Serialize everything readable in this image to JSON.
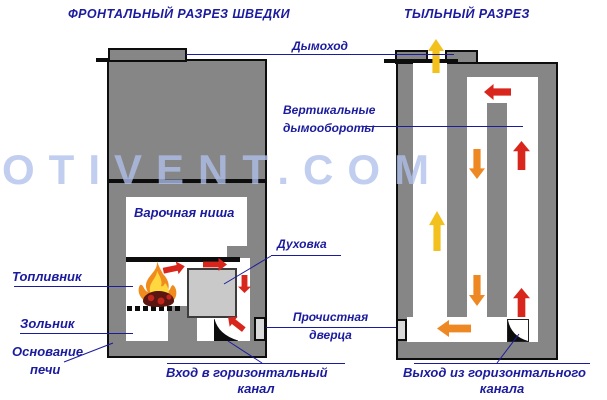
{
  "titles": {
    "left": "ФРОНТАЛЬНЫЙ РАЗРЕЗ ШВЕДКИ",
    "right": "ТЫЛЬНЫЙ РАЗРЕЗ"
  },
  "watermark": "OTIVENT.COM",
  "labels": {
    "chimney": "Дымоход",
    "vertical_flues_line1": "Вертикальные",
    "vertical_flues_line2": "дымообороты",
    "cooking_niche": "Варочная ниша",
    "oven": "Духовка",
    "firebox": "Топливник",
    "ash_pan": "Зольник",
    "stove_base_line1": "Основание",
    "stove_base_line2": "печи",
    "cleanout_door_line1": "Прочистная",
    "cleanout_door_line2": "дверца",
    "horizontal_in_line1": "Вход в горизонтальный",
    "horizontal_in_line2": "канал",
    "horizontal_out_line1": "Выход из горизонтального",
    "horizontal_out_line2": "канала"
  },
  "icons": {
    "flame": "flame-icon",
    "flow_up": "↑",
    "flow_down": "↓",
    "flow_left": "←",
    "flow_right": "→",
    "channel_turn": "quarter-circle"
  },
  "colors": {
    "stove-gray": "#868686",
    "oven-gray": "#c9c9c9",
    "door-gray": "#dadada",
    "ink": "#0d0d0d",
    "label-blue": "#1b1b9e",
    "arrow-red": "#d9261c",
    "arrow-orange": "#ee8822",
    "arrow-yellow": "#f2c11e",
    "watermark-blue": "rgba(176,192,234,0.78)"
  }
}
